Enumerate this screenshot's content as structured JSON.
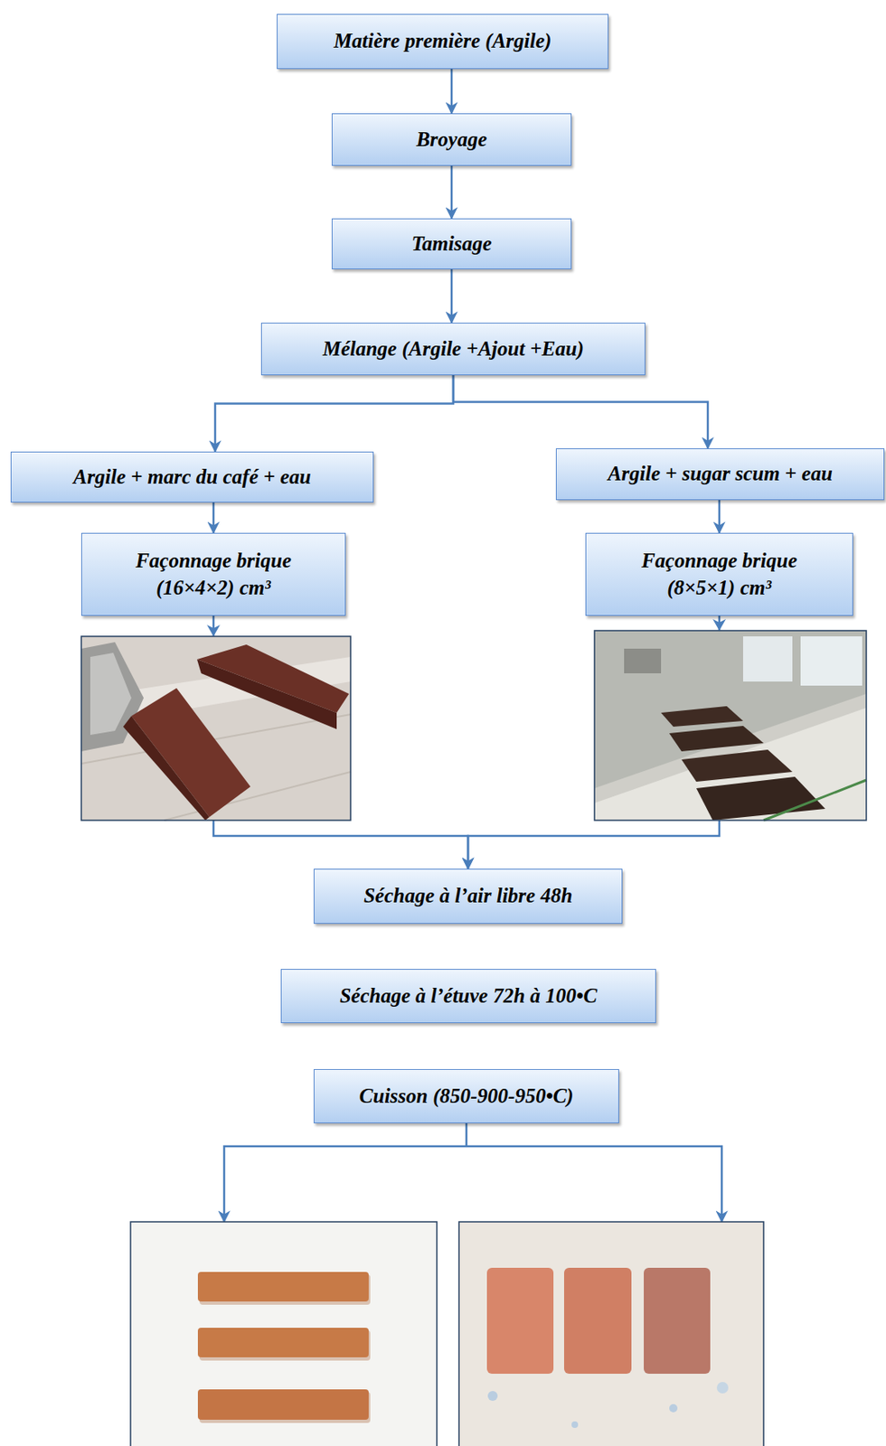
{
  "diagram": {
    "nodes": [
      {
        "text": [
          "Matière première (Argile)"
        ]
      },
      {
        "text": [
          "Broyage"
        ]
      },
      {
        "text": [
          "Tamisage"
        ]
      },
      {
        "text": [
          "Mélange (Argile +Ajout +Eau)"
        ]
      },
      {
        "text": [
          "Argile + marc du café + eau"
        ]
      },
      {
        "text": [
          "Argile + sugar scum + eau"
        ]
      },
      {
        "text": [
          "Façonnage brique (16×4×2) cm³"
        ]
      },
      {
        "text": [
          "Façonnage brique (8×5×1) cm³"
        ]
      },
      {
        "text": [
          "Séchage à l’air libre 48h"
        ]
      },
      {
        "text": [
          "Séchage à l’étuve 72h à 100•C"
        ]
      },
      {
        "text": [
          "Cuisson (850-900-950•C)"
        ]
      }
    ],
    "edges": [
      {
        "from": 0,
        "to": 1,
        "arrow": "to"
      },
      {
        "from": 1,
        "to": 2,
        "arrow": "to"
      },
      {
        "from": 2,
        "to": 3,
        "arrow": "to"
      },
      {
        "from": 3,
        "to": 4,
        "arrow": "to"
      },
      {
        "from": 3,
        "to": 5,
        "arrow": "to"
      },
      {
        "from": 4,
        "to": 6,
        "arrow": "to"
      },
      {
        "from": 5,
        "to": 7,
        "arrow": "to"
      },
      {
        "from": 6,
        "to": 8,
        "arrow": "to"
      },
      {
        "from": 7,
        "to": 8,
        "arrow": "to"
      }
    ]
  }
}
